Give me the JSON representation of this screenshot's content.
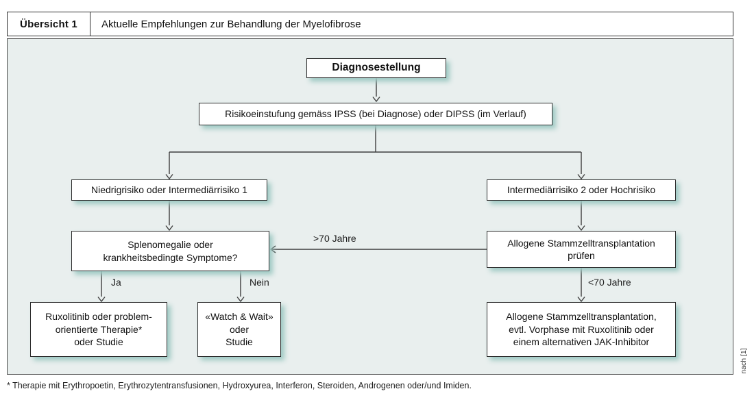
{
  "header": {
    "label": "Übersicht 1",
    "title": "Aktuelle Empfehlungen zur Behandlung der Myelofibrose"
  },
  "diagram": {
    "nodes": {
      "diagnosis": {
        "label": "Diagnosestellung"
      },
      "risk": {
        "label": "Risikoeinstufung gemäss IPSS (bei Diagnose) oder DIPSS (im Verlauf)"
      },
      "low_risk": {
        "label": "Niedrigrisiko oder Intermediärrisiko 1"
      },
      "high_risk": {
        "label": "Intermediärrisiko 2 oder Hochrisiko"
      },
      "splenomegaly": {
        "lines": [
          "Splenomegalie oder",
          "krankheitsbedingte Symptome?"
        ]
      },
      "transplant_check": {
        "lines": [
          "Allogene Stammzelltransplantation",
          "prüfen"
        ]
      },
      "ruxolitinib": {
        "lines": [
          "Ruxolitinib oder problem-",
          "orientierte Therapie*",
          "oder Studie"
        ]
      },
      "watch_wait": {
        "lines": [
          "«Watch & Wait»",
          "oder",
          "Studie"
        ]
      },
      "transplant": {
        "lines": [
          "Allogene Stammzelltransplantation,",
          "evtl. Vorphase mit Ruxolitinib oder",
          "einem alternativen JAK-Inhibitor"
        ]
      }
    },
    "edge_labels": {
      "ja": "Ja",
      "nein": "Nein",
      "over70": ">70 Jahre",
      "under70": "<70 Jahre"
    }
  },
  "footnote": "* Therapie mit Erythropoetin, Erythrozytentransfusionen, Hydroxyurea, Interferon, Steroiden, Androgenen oder/und Imiden.",
  "source": "nach [1]",
  "colors": {
    "panel_bg": "#e9efee",
    "shadow": "#9ec9c3",
    "line": "#3e3e3e",
    "border": "#2c2c2c"
  }
}
